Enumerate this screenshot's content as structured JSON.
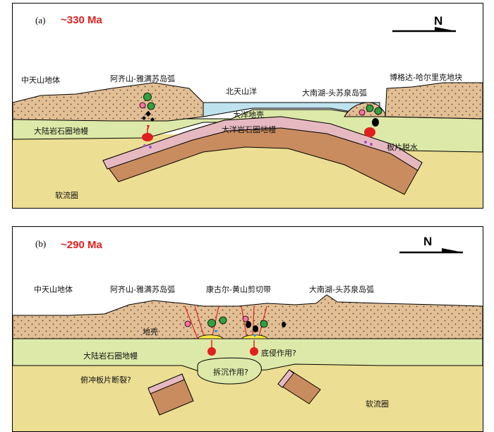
{
  "colors": {
    "asthenosphere": "#ecde92",
    "lithospheric_mantle": "#dde9a8",
    "crust": "#e2bf94",
    "ocean": "#bfe3ee",
    "oceanic_crust": "#e6b9c0",
    "oceanic_lithosphere": "#c98c5e",
    "red_label": "#e02020"
  },
  "panel_a": {
    "letter": "(a)",
    "age": "~330 Ma",
    "north": "N",
    "labels": {
      "central_tianshan": "中天山地体",
      "aqishan_arc": "阿齐山-雅满苏岛弧",
      "north_tianshan_ocean": "北天山洋",
      "bogda_block": "博格达-哈尔里克地块",
      "danan_arc": "大南湖-头苏泉岛弧",
      "oceanic_crust": "大洋地壳",
      "continental_mantle": "大陆岩石圈地幔",
      "oceanic_mantle": "大洋岩石圈地幔",
      "slab_dehydration": "板片脱水",
      "asthenosphere": "软流圈"
    }
  },
  "panel_b": {
    "letter": "(b)",
    "age": "~290 Ma",
    "north": "N",
    "labels": {
      "central_tianshan": "中天山地体",
      "aqishan_arc": "阿齐山-雅满苏岛弧",
      "shear_zone": "康古尔-黄山剪切带",
      "danan_arc": "大南湖-头苏泉岛弧",
      "crust": "地壳",
      "continental_mantle": "大陆岩石圈地幔",
      "underplating": "底侵作用?",
      "slab_breakoff": "俯冲板片断裂?",
      "delamination": "拆沉作用?",
      "asthenosphere": "软流圈"
    }
  }
}
